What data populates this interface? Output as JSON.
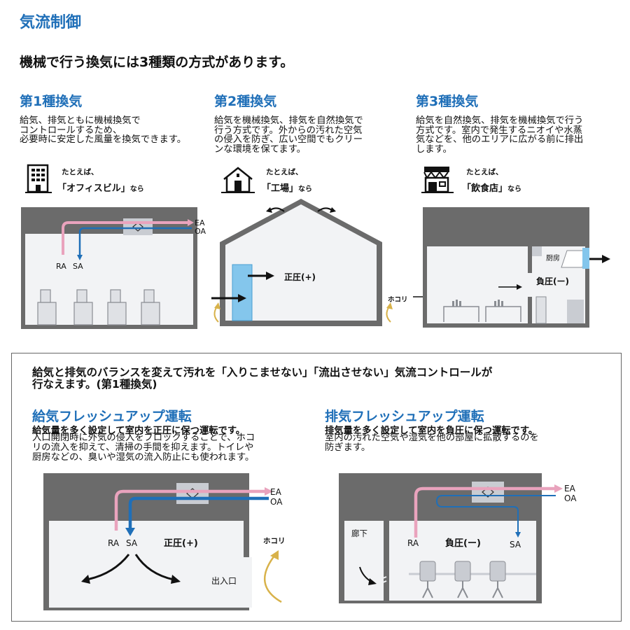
{
  "title": "気流制御",
  "intro": "機械で行う換気には3種類の方式があります。",
  "types": [
    {
      "heading": "第1種換気",
      "description": "給気、排気ともに機械換気で\nコントロールするため、\n必要時に安定した風量を換気できます。",
      "example_prefix": "たとえば、",
      "example_place": "「オフィスビル」",
      "example_suffix": "なら",
      "icon": "office-building-icon"
    },
    {
      "heading": "第2種換気",
      "description": "給気を機械換気、排気を自然換気で\n行う方式です。外からの汚れた空気\nの侵入を防ぎ、広い空間でもクリー\nンな環境を保てます。",
      "example_prefix": "たとえば、",
      "example_place": "「工場」",
      "example_suffix": "なら",
      "icon": "factory-icon"
    },
    {
      "heading": "第3種換気",
      "description": "給気を自然換気、排気を機械換気で行う\n方式です。室内で発生するニオイや水蒸\n気などを、他のエリアに広がる前に排出\nします。",
      "example_prefix": "たとえば、",
      "example_place": "「飲食店」",
      "example_suffix": "なら",
      "icon": "restaurant-icon"
    }
  ],
  "diagram_labels": {
    "ea": "EA",
    "oa": "OA",
    "ra": "RA",
    "sa": "SA",
    "positive_pressure": "正圧(+)",
    "negative_pressure": "負圧(ー)",
    "dust": "ホコリ",
    "kitchen": "厨房",
    "corridor": "廊下",
    "entrance": "出入口"
  },
  "control": {
    "intro": "給気と排気のバランスを変えて汚れを「入りこませない」「流出させない」気流コントロールが\n行なえます。(第1種換気)",
    "supply_mode": {
      "title": "給気フレッシュアップ運転",
      "lead": "給気量を多く設定して室内を正圧に保つ運転です。",
      "description": "入口開閉時に外気の侵入をブロックすることで、ホコ\nリの流入を抑えて、清掃の手間を抑えます。トイレや\n厨房などの、臭いや湿気の流入防止にも使われます。"
    },
    "exhaust_mode": {
      "title": "排気フレッシュアップ運転",
      "lead": "排気量を多く設定して室内を負圧に保つ運転です。",
      "description": "室内の汚れた空気や湿気を他の部屋に拡散するのを\n防ぎます。"
    }
  },
  "colors": {
    "accent": "#1f6fb8",
    "supply_air": "#1f6fb8",
    "exhaust_air": "#e9a3bd",
    "dust_arrow": "#d8b24a",
    "wall": "#6b6b6b",
    "interior": "#f2f3f5",
    "duct_box": "#c9ccd2"
  }
}
